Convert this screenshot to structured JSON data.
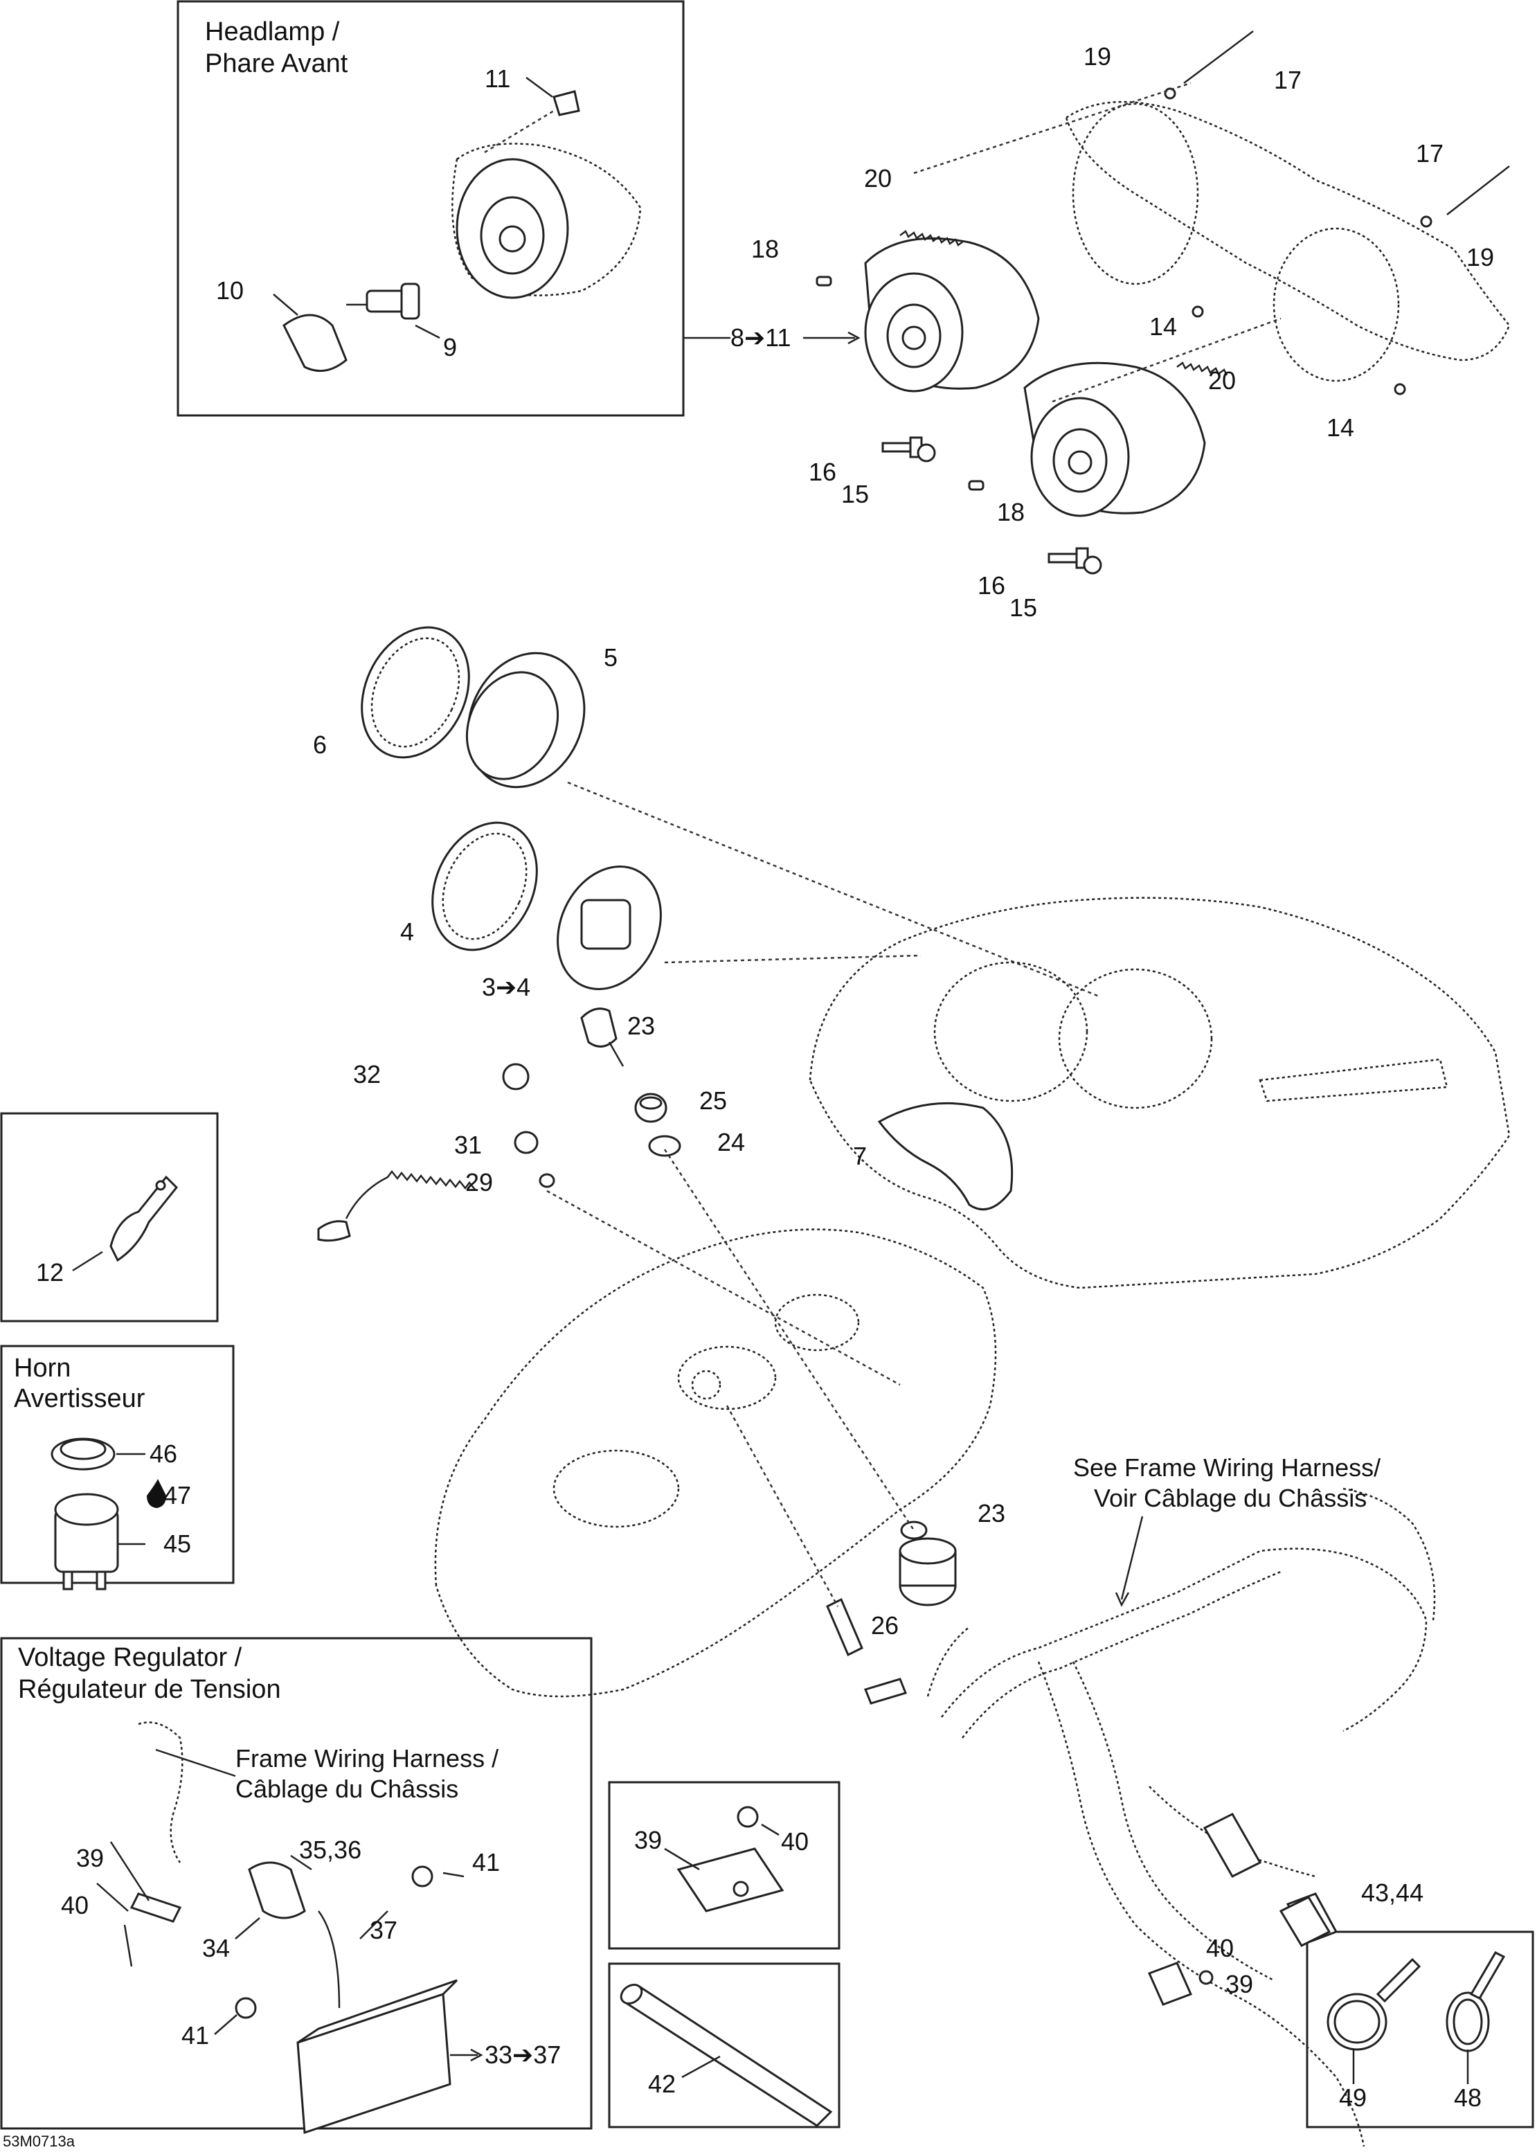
{
  "diagram": {
    "boxes": {
      "headlamp": [
        "Headlamp /",
        "Phare Avant"
      ],
      "horn": [
        "Horn",
        "Avertisseur"
      ],
      "voltage_regulator": [
        "Voltage Regulator /",
        "Régulateur de Tension"
      ]
    },
    "notes": {
      "see_frame_harness": [
        "See Frame Wiring Harness/",
        "Voir Câblage du Châssis"
      ],
      "frame_harness": [
        "Frame Wiring Harness /",
        "Câblage du Châssis"
      ]
    },
    "labels": {
      "l_3to4": "3➔4",
      "l_4": "4",
      "l_5": "5",
      "l_6": "6",
      "l_7": "7",
      "l_8to11": "8➔11",
      "l_9": "9",
      "l_10": "10",
      "l_11": "11",
      "l_12": "12",
      "l_14a": "14",
      "l_14b": "14",
      "l_15a": "15",
      "l_15b": "15",
      "l_16a": "16",
      "l_16b": "16",
      "l_17a": "17",
      "l_17b": "17",
      "l_18a": "18",
      "l_18b": "18",
      "l_19a": "19",
      "l_19b": "19",
      "l_20a": "20",
      "l_20b": "20",
      "l_23a": "23",
      "l_23b": "23",
      "l_24": "24",
      "l_25": "25",
      "l_26": "26",
      "l_29": "29",
      "l_31": "31",
      "l_32": "32",
      "l_33to37": "33➔37",
      "l_34": "34",
      "l_35_36": "35,36",
      "l_37": "37",
      "l_39a": "39",
      "l_39b": "39",
      "l_39c": "39",
      "l_40a": "40",
      "l_40b": "40",
      "l_40c": "40",
      "l_41a": "41",
      "l_41b": "41",
      "l_42": "42",
      "l_43_44": "43,44",
      "l_45": "45",
      "l_46": "46",
      "l_47": "47",
      "l_48": "48",
      "l_49": "49"
    },
    "reference": "53M0713a",
    "icons": [
      "drop-icon"
    ]
  }
}
